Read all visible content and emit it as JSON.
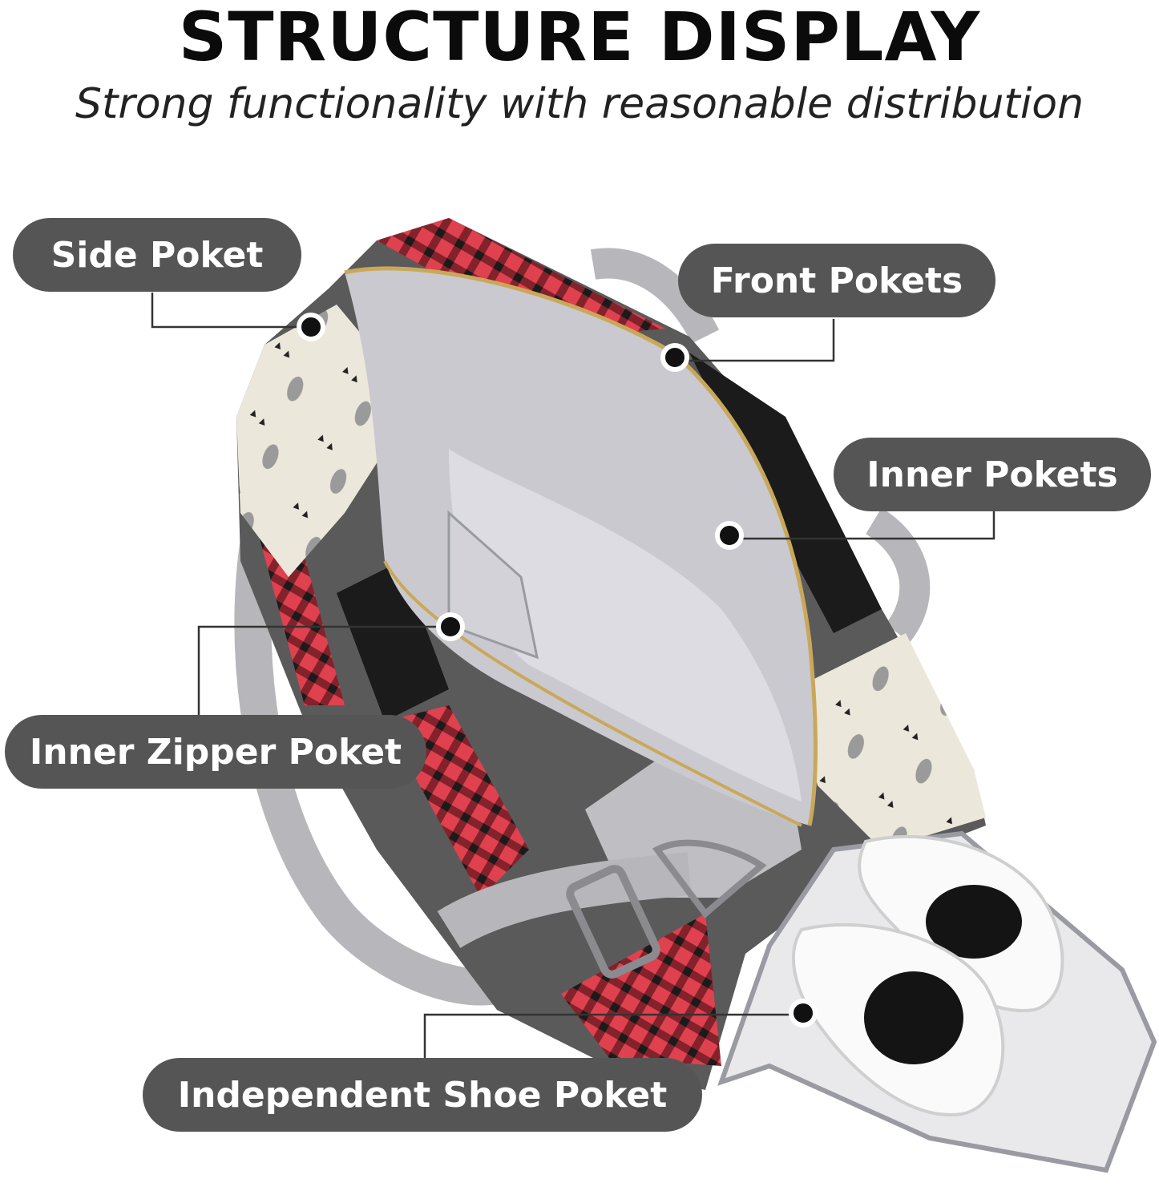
{
  "header": {
    "title": "STRUCTURE DISPLAY",
    "subtitle": "Strong functionality with reasonable distribution"
  },
  "callouts": [
    {
      "label": "Side Poket"
    },
    {
      "label": "Front Pokets"
    },
    {
      "label": "Inner Pokets"
    },
    {
      "label": "Inner Zipper Poket"
    },
    {
      "label": "Independent Shoe Poket"
    }
  ],
  "colors": {
    "pill": "#555555",
    "plaid_red": "#e0414f",
    "plaid_dark": "#1b1b1b",
    "bag_gray": "#5a5a5a",
    "lining": "#c9c9cf",
    "cream": "#ece7db"
  }
}
